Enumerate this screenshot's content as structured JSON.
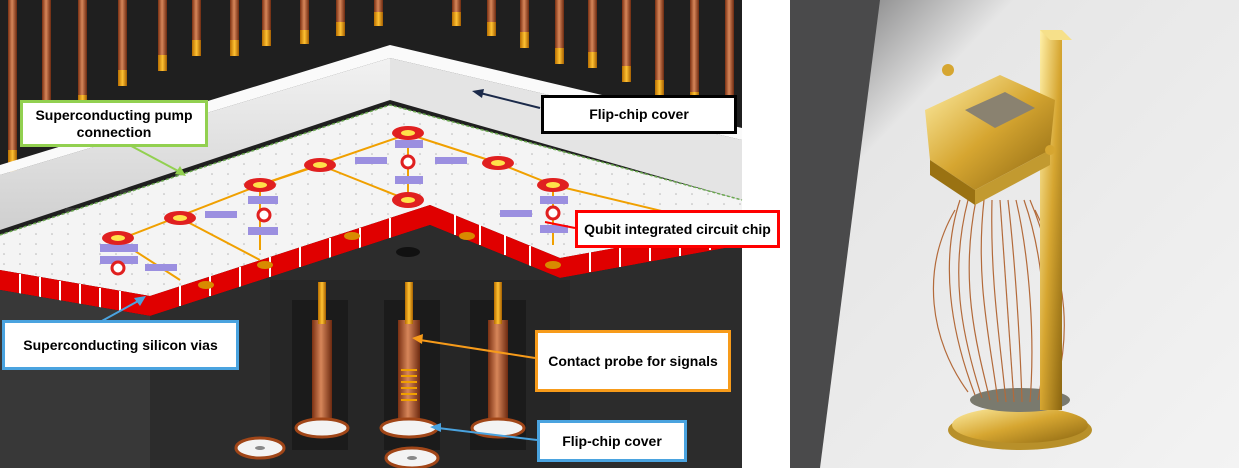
{
  "labels": {
    "pump": "Superconducting pump connection",
    "cover_top": "Flip-chip cover",
    "qubit": "Qubit integrated circuit chip",
    "vias": "Superconducting silicon vias",
    "probe": "Contact probe for signals",
    "cover_bottom": "Flip-chip cover"
  },
  "colors": {
    "pump": "#92d050",
    "cover_top": "#000000",
    "qubit": "#ff0000",
    "vias": "#4aa3df",
    "probe": "#f79b1a",
    "cover_bottom": "#4aa3df"
  }
}
